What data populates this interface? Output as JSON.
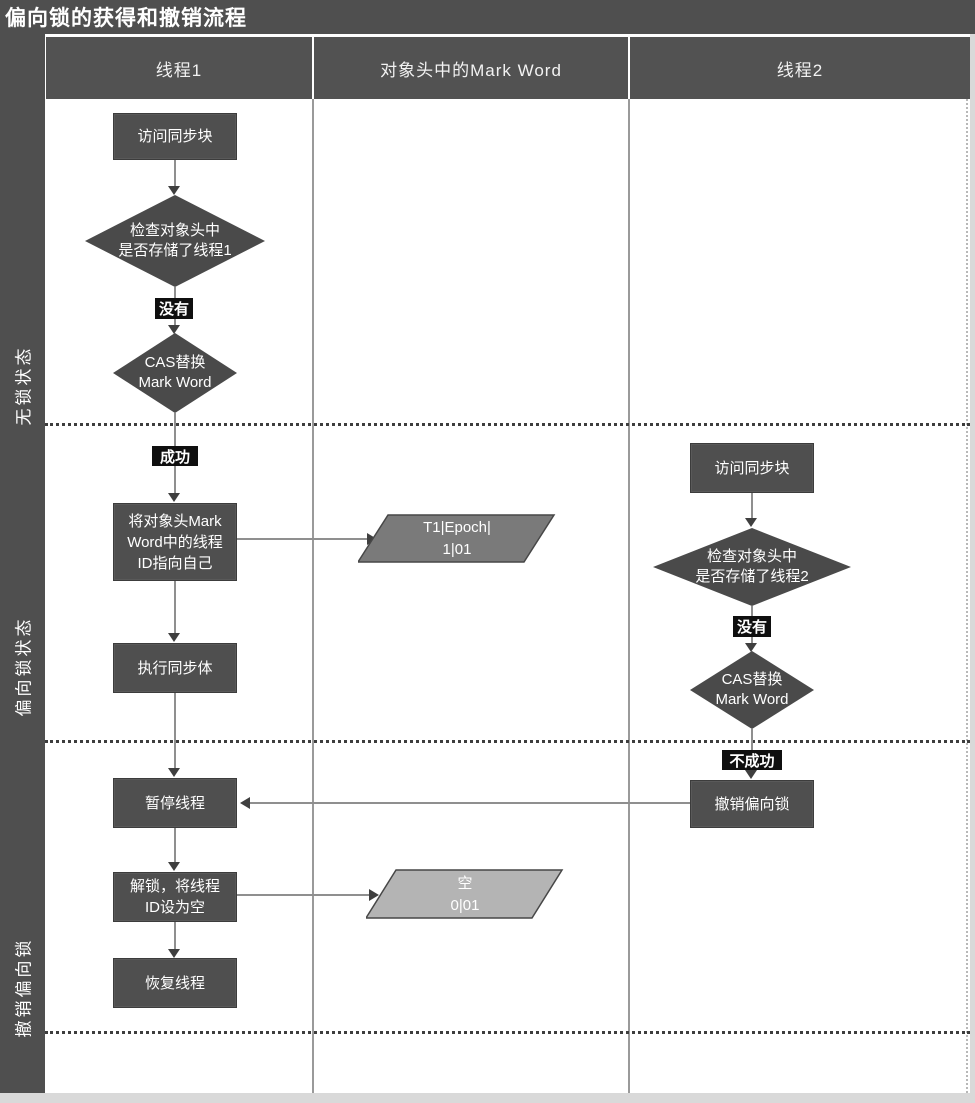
{
  "title": "偏向锁的获得和撤销流程",
  "lanes": [
    {
      "label": "线程1"
    },
    {
      "label": "对象头中的Mark Word"
    },
    {
      "label": "线程2"
    }
  ],
  "sections": [
    {
      "label": "无锁状态"
    },
    {
      "label": "偏向锁状态"
    },
    {
      "label": "撤销偏向锁"
    }
  ],
  "thread1": {
    "access": "访问同步块",
    "check_header": "检查对象头中\n是否存储了线程1",
    "no_label": "没有",
    "cas": "CAS替换\nMark Word",
    "success_label": "成功",
    "set_thread_id": "将对象头Mark\nWord中的线程\nID指向自己",
    "run_sync": "执行同步体",
    "pause_thread": "暂停线程",
    "unlock": "解锁，将线程\nID设为空",
    "resume_thread": "恢复线程"
  },
  "mark_word": {
    "biased_record": "T1|Epoch|\n1|01",
    "empty_record": "空\n0|01"
  },
  "thread2": {
    "access": "访问同步块",
    "check_header": "检查对象头中\n是否存储了线程2",
    "no_label": "没有",
    "cas": "CAS替换\nMark Word",
    "fail_label": "不成功",
    "revoke": "撤销偏向锁"
  },
  "colors": {
    "node_fill": "#4f4f4f",
    "header_fill": "#525252",
    "chip_bg": "#0f0f0f",
    "mw_biased_fill": "#7a7a7a",
    "mw_empty_fill": "#b4b4b4",
    "mw_stroke": "#474747"
  }
}
